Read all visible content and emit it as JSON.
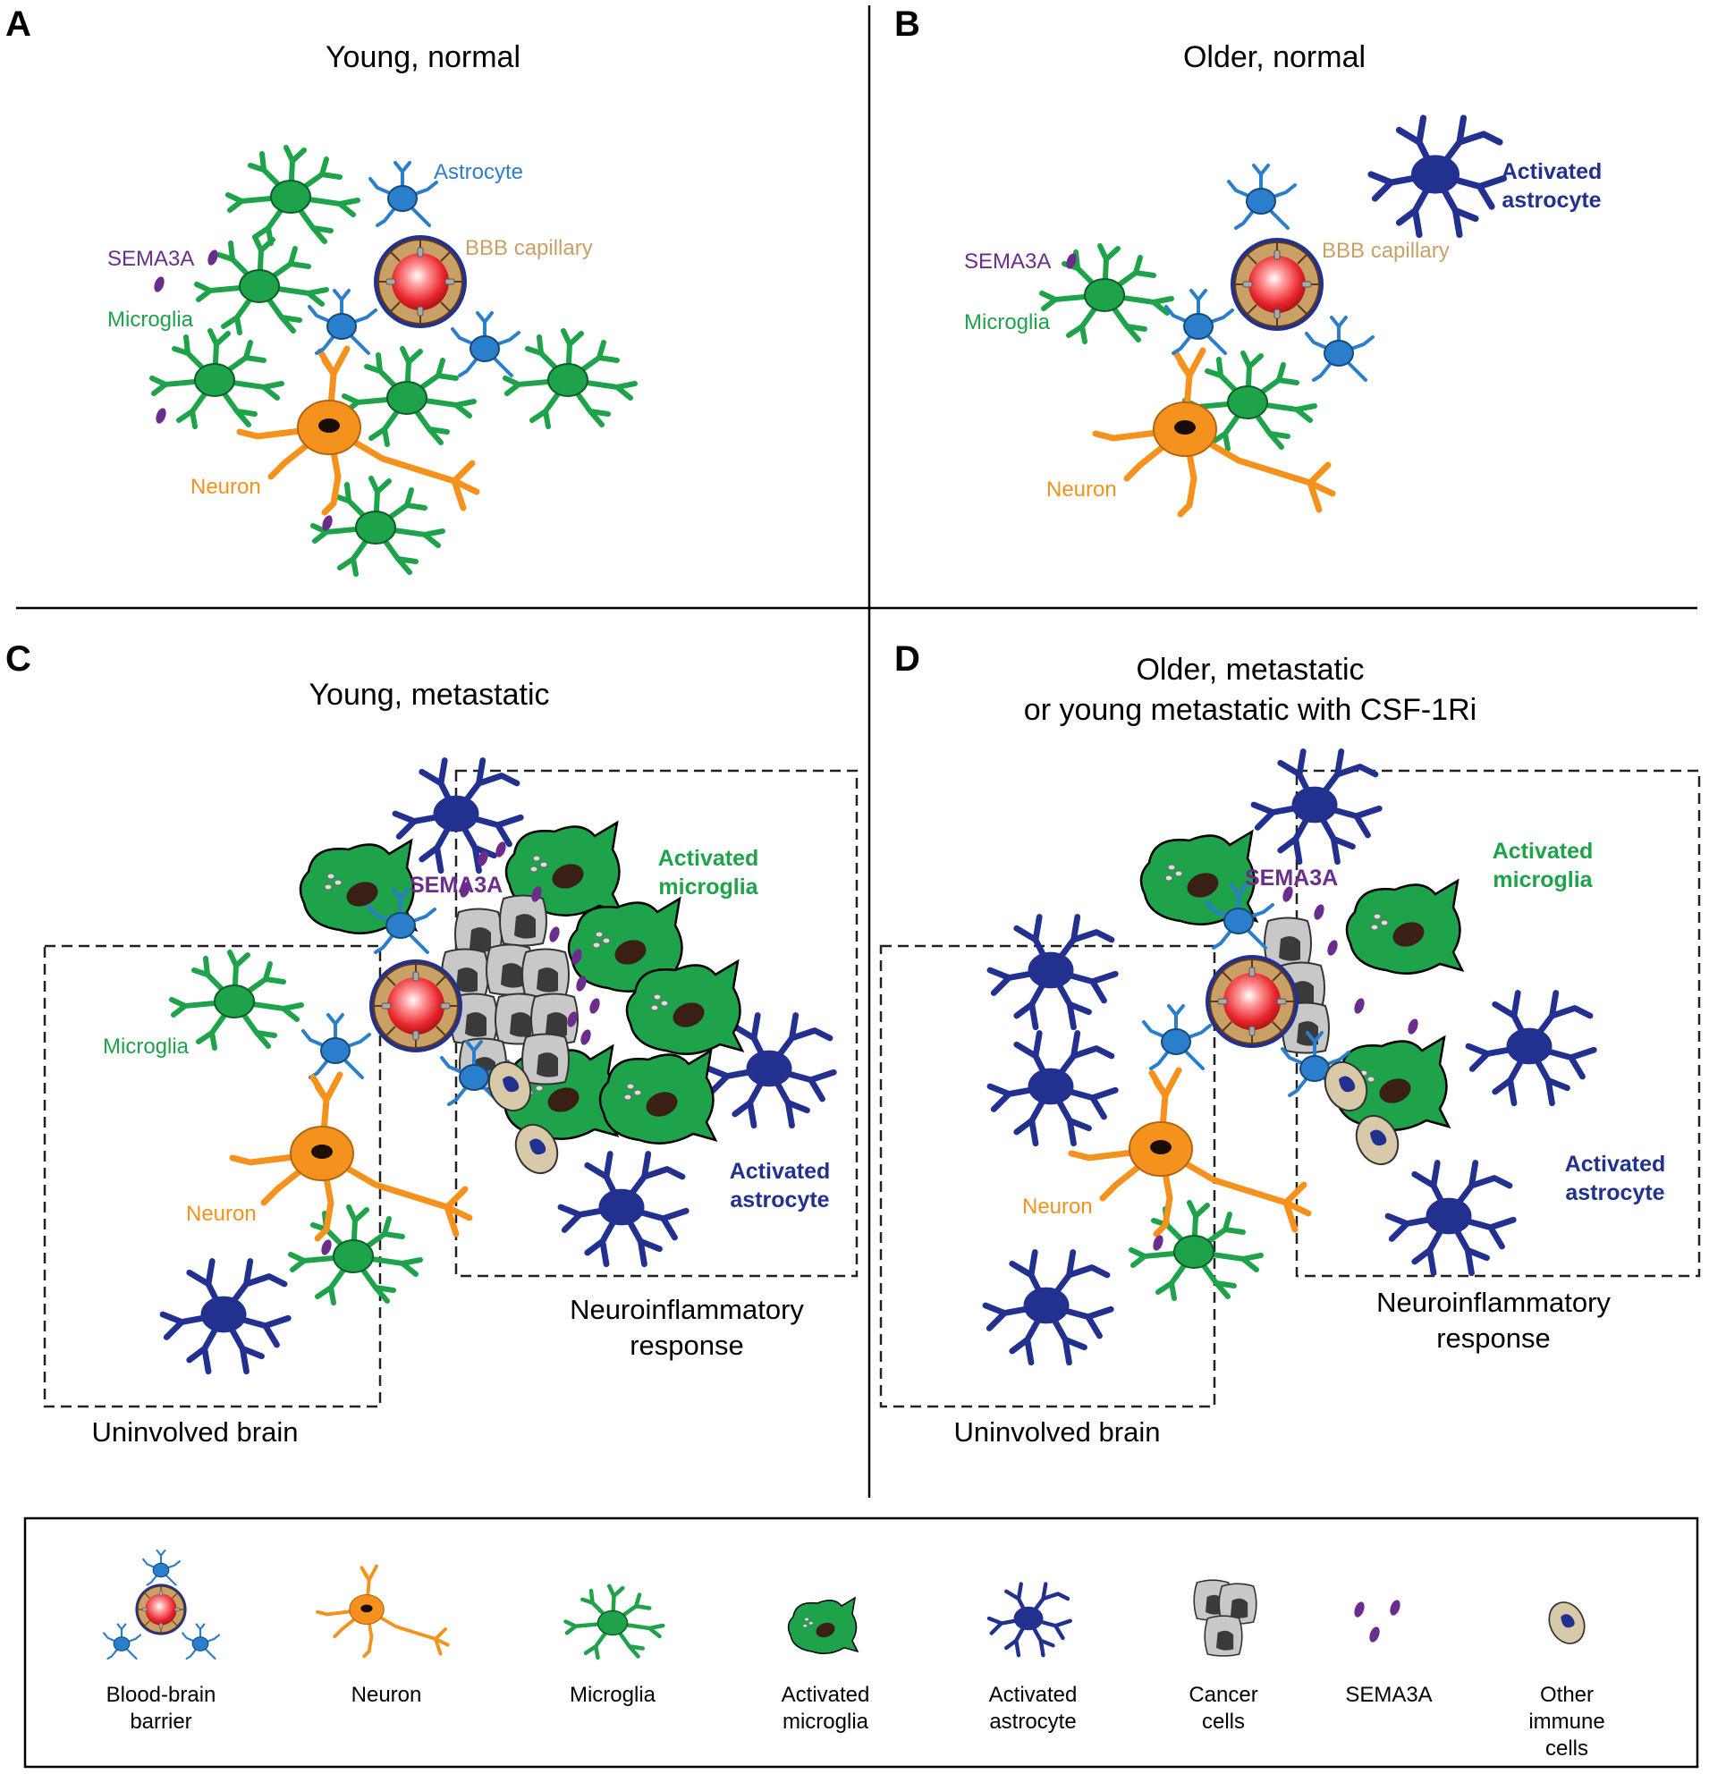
{
  "colors": {
    "microglia": "#1ea24a",
    "astrocyte": "#2b7ecb",
    "activated_astrocyte": "#22318f",
    "neuron": "#f5921e",
    "sema3a": "#6b2d8b",
    "capillary": "#c9a066",
    "capillary_core": "#e8262c",
    "cancer": "#bfbfbf",
    "immune": "#d8c9a8"
  },
  "panels": {
    "a": {
      "letter": "A",
      "title": "Young, normal"
    },
    "b": {
      "letter": "B",
      "title": "Older, normal"
    },
    "c": {
      "letter": "C",
      "title": "Young, metastatic"
    },
    "d": {
      "letter": "D",
      "title_line1": "Older, metastatic",
      "title_line2": "or young metastatic with CSF-1Ri"
    }
  },
  "labels": {
    "astrocyte": "Astrocyte",
    "bbb_capillary": "BBB capillary",
    "sema3a": "SEMA3A",
    "microglia": "Microglia",
    "neuron": "Neuron",
    "activated": "Activated",
    "astrocyte_lc": "astrocyte",
    "microglia_lc": "microglia",
    "neuroinflammatory": "Neuroinflammatory",
    "response": "response",
    "uninvolved_brain": "Uninvolved brain"
  },
  "legend": {
    "bbb_line1": "Blood-brain",
    "bbb_line2": "barrier",
    "neuron": "Neuron",
    "microglia": "Microglia",
    "act_mic_line1": "Activated",
    "act_mic_line2": "microglia",
    "act_ast_line1": "Activated",
    "act_ast_line2": "astrocyte",
    "cancer_line1": "Cancer",
    "cancer_line2": "cells",
    "sema3a": "SEMA3A",
    "immune_line1": "Other",
    "immune_line2": "immune",
    "immune_line3": "cells"
  }
}
